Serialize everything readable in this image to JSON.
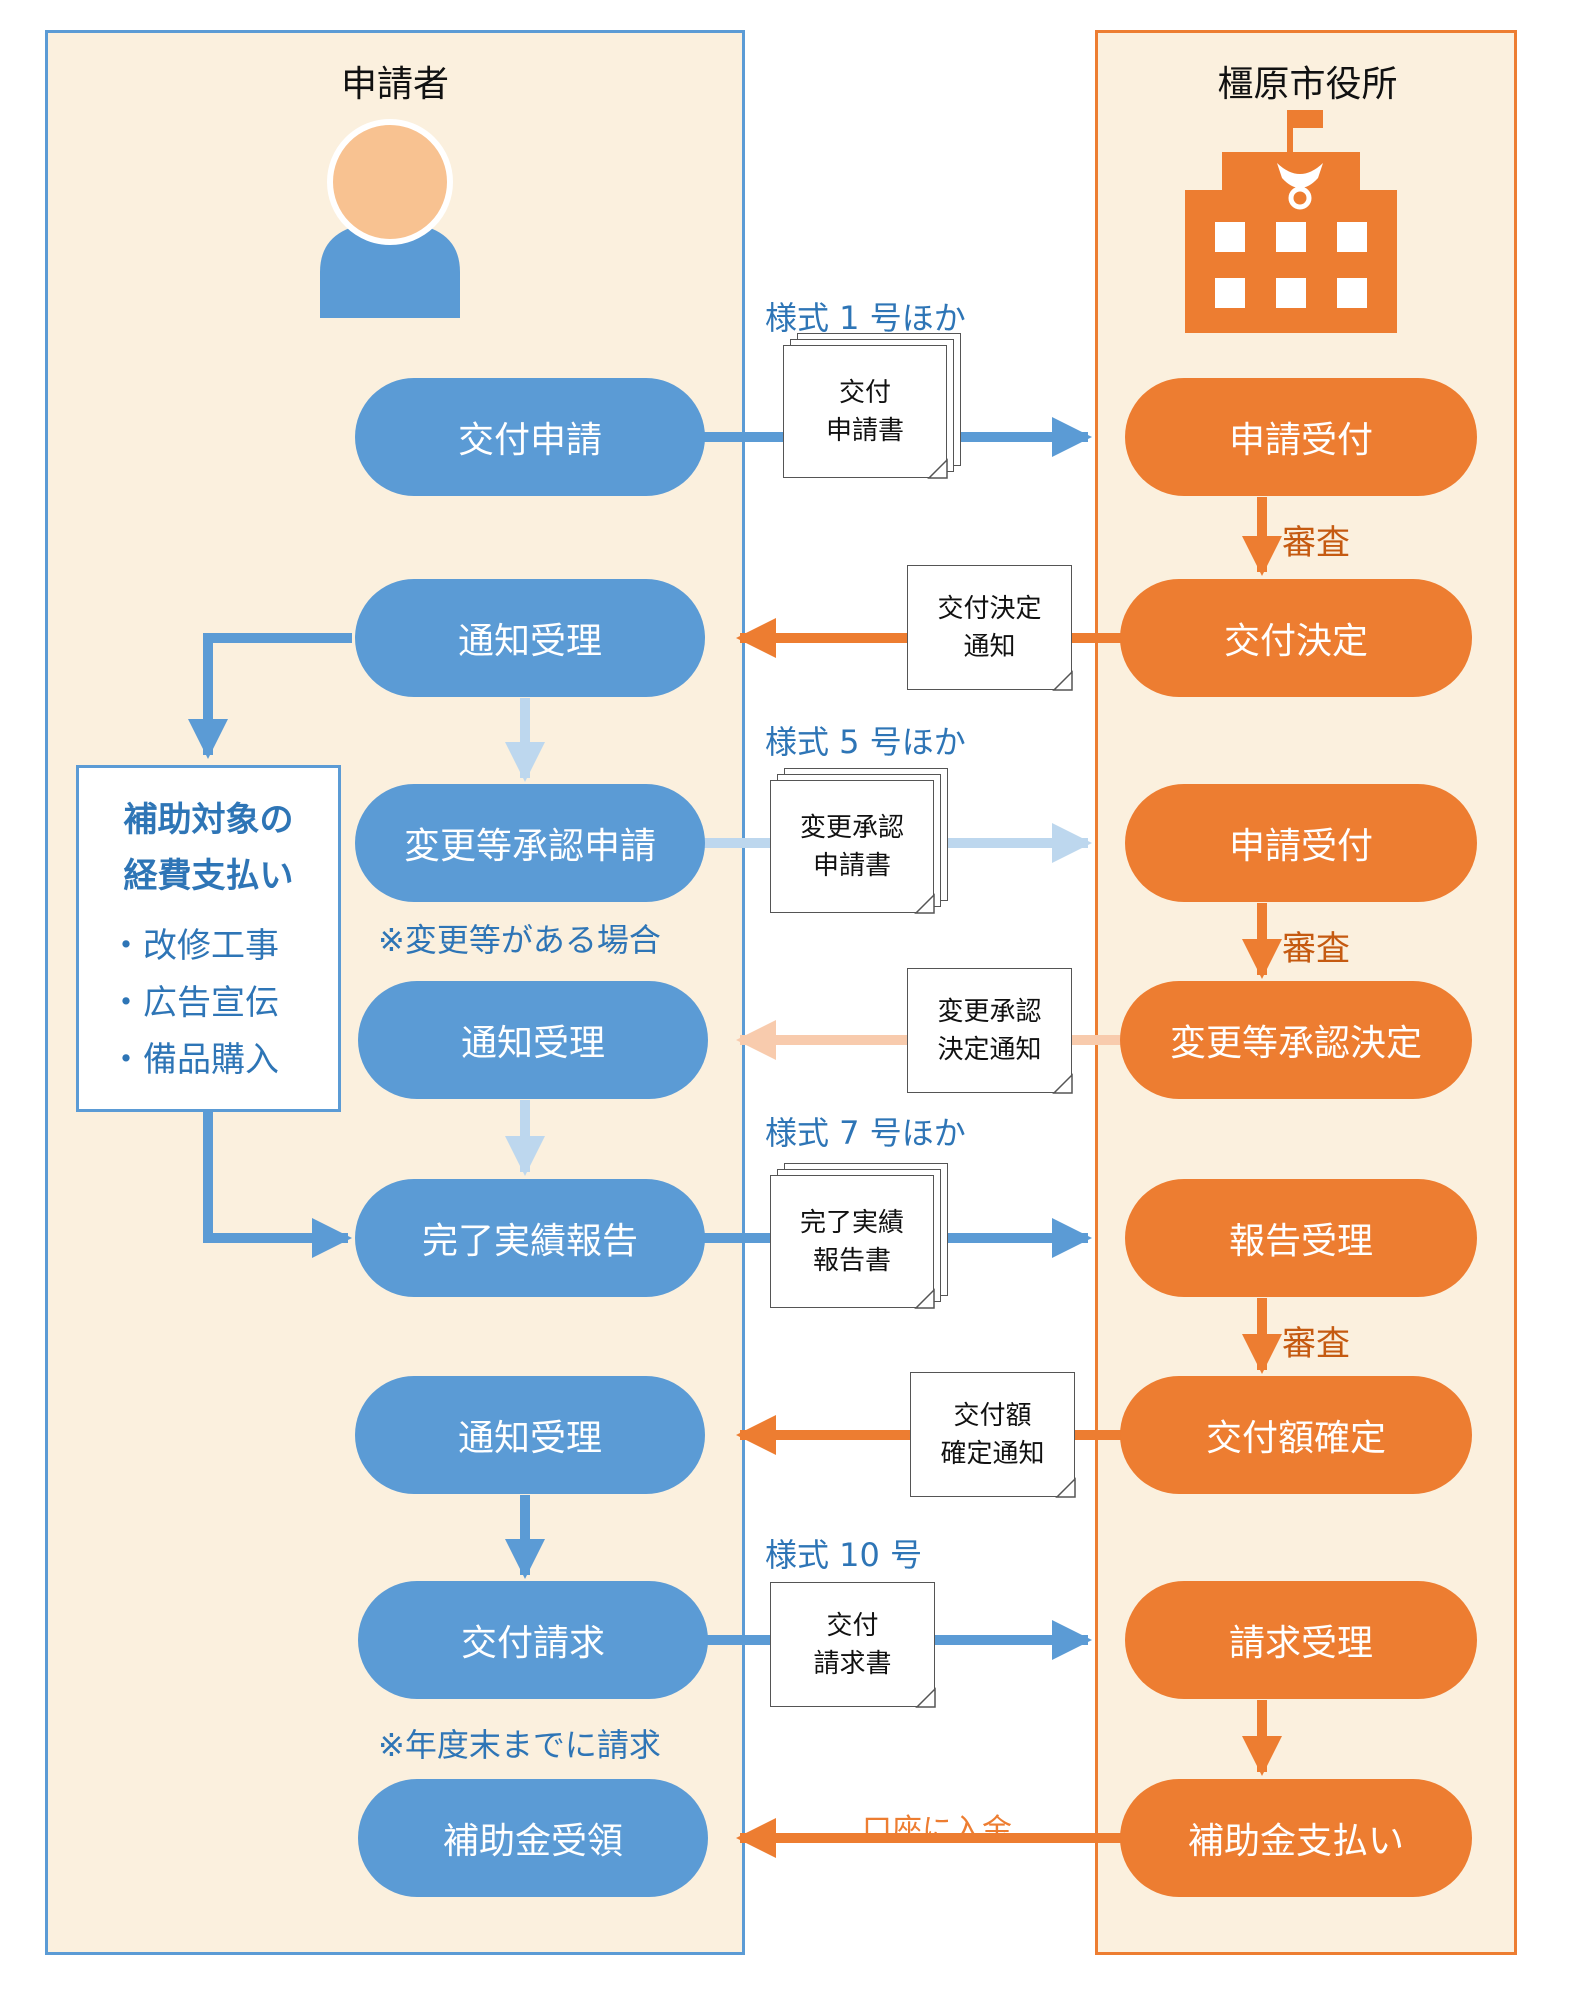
{
  "lanes": {
    "applicant": "申請者",
    "city_office": "橿原市役所"
  },
  "colors": {
    "blue": "#5b9bd5",
    "light_blue": "#bdd7ee",
    "orange": "#ed7d31",
    "light_orange": "#f8cbad",
    "lane_bg": "#fbf0de"
  },
  "applicant_steps": {
    "apply": "交付申請",
    "notice1": "通知受理",
    "change_apply": "変更等承認申請",
    "notice2": "通知受理",
    "report": "完了実績報告",
    "notice3": "通知受理",
    "claim": "交付請求",
    "receive": "補助金受領"
  },
  "office_steps": {
    "accept1": "申請受付",
    "decision": "交付決定",
    "accept2": "申請受付",
    "change_decision": "変更等承認決定",
    "report_accept": "報告受理",
    "amount_fixed": "交付額確定",
    "claim_accept": "請求受理",
    "payment": "補助金支払い"
  },
  "reviews": [
    "審査",
    "審査",
    "審査"
  ],
  "forms": {
    "form1": "様式 1 号ほか",
    "form5": "様式 5 号ほか",
    "form7": "様式 7 号ほか",
    "form10": "様式 10 号"
  },
  "documents": {
    "application": [
      "交付",
      "申請書"
    ],
    "decision_notice": [
      "交付決定",
      "通知"
    ],
    "change_application": [
      "変更承認",
      "申請書"
    ],
    "change_notice": [
      "変更承認",
      "決定通知"
    ],
    "report_doc": [
      "完了実績",
      "報告書"
    ],
    "amount_notice": [
      "交付額",
      "確定通知"
    ],
    "claim_doc": [
      "交付",
      "請求書"
    ]
  },
  "notes": {
    "change_note": "※変更等がある場合",
    "claim_note": "※年度末までに請求"
  },
  "deposit": "口座に入金",
  "expense_box": {
    "title_line1": "補助対象の",
    "title_line2": "経費支払い",
    "items": [
      "・改修工事",
      "・広告宣伝",
      "・備品購入"
    ]
  },
  "icons": [
    "person-icon",
    "city-hall-icon"
  ]
}
